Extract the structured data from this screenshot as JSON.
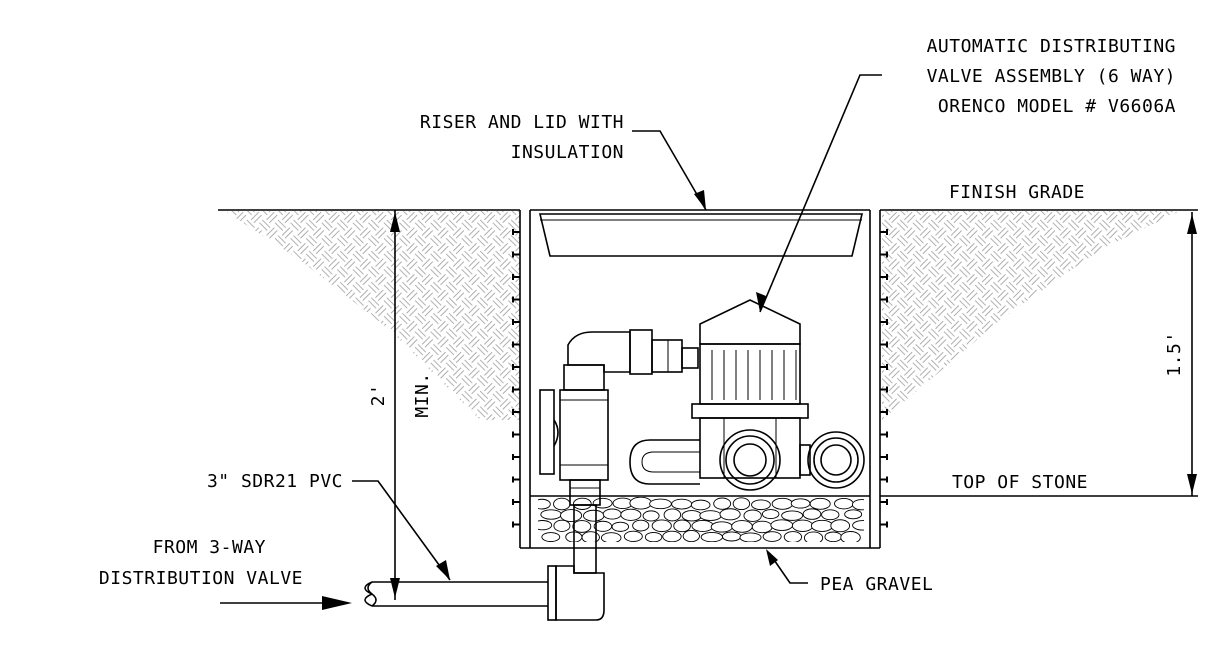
{
  "labels": {
    "valve_line1": "AUTOMATIC DISTRIBUTING",
    "valve_line2": "VALVE ASSEMBLY (6 WAY)",
    "valve_line3": "ORENCO MODEL # V6606A",
    "riser_line1": "RISER AND LID WITH",
    "riser_line2": "INSULATION",
    "finish_grade": "FINISH GRADE",
    "top_of_stone": "TOP OF STONE",
    "pipe": "3\" SDR21 PVC",
    "from_line1": "FROM 3-WAY",
    "from_line2": "DISTRIBUTION VALVE",
    "pea_gravel": "PEA GRAVEL",
    "dim_depth": "2'",
    "dim_min": "MIN.",
    "dim_stone": "1.5'"
  },
  "colors": {
    "line": "#000000",
    "background": "#ffffff"
  }
}
